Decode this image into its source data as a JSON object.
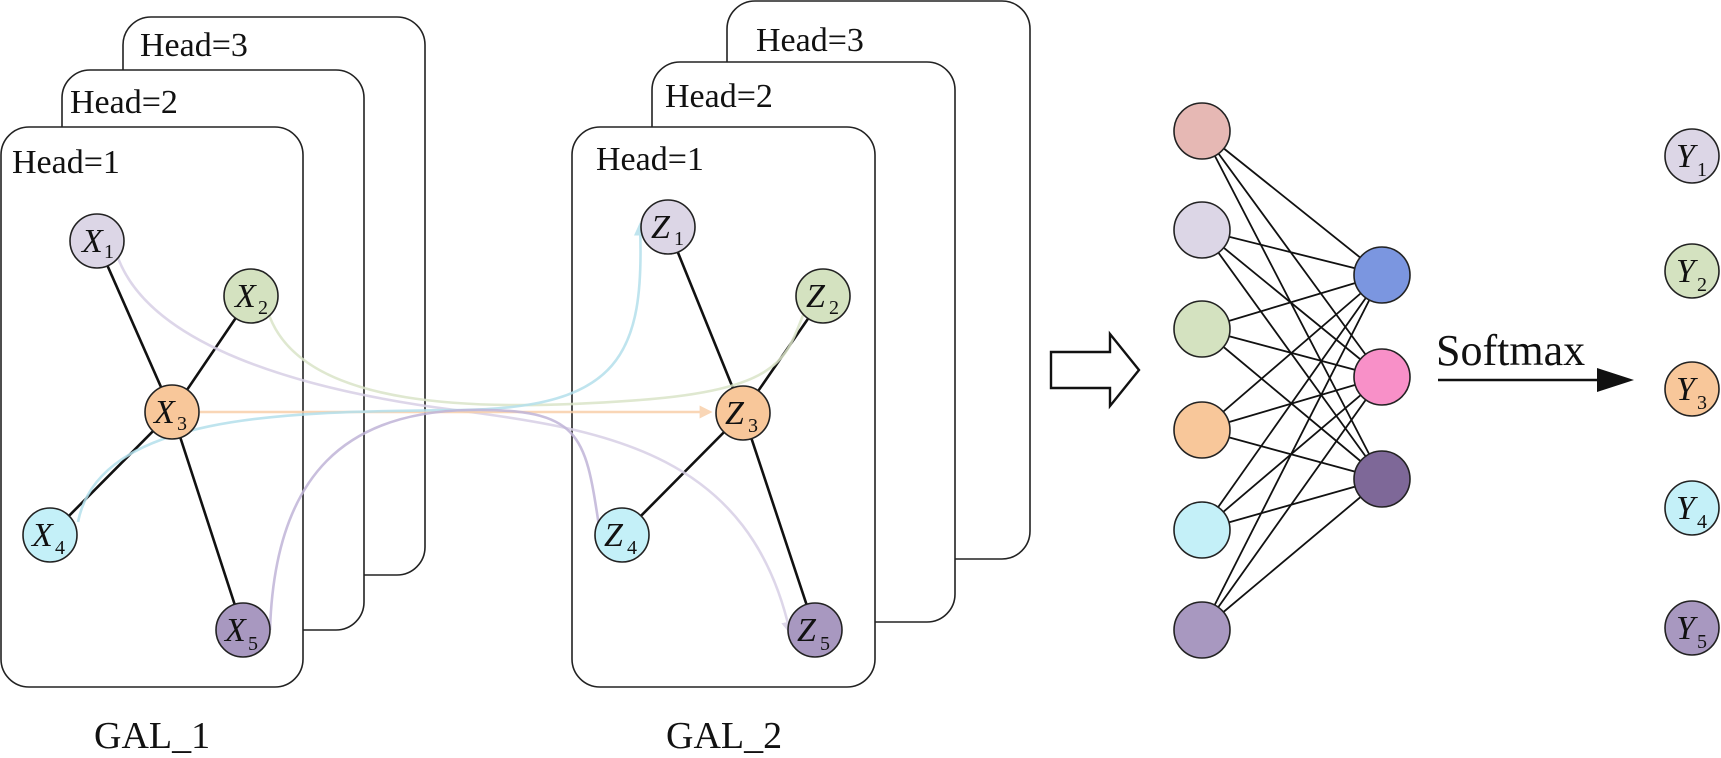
{
  "gal1": {
    "caption": "GAL_1",
    "heads": [
      "Head=1",
      "Head=2",
      "Head=3"
    ],
    "nodes": [
      {
        "letter": "X",
        "sub": "1",
        "color": "#dcd6e6"
      },
      {
        "letter": "X",
        "sub": "2",
        "color": "#d4e2c0"
      },
      {
        "letter": "X",
        "sub": "3",
        "color": "#f8c79a"
      },
      {
        "letter": "X",
        "sub": "4",
        "color": "#c4f0f8"
      },
      {
        "letter": "X",
        "sub": "5",
        "color": "#a898c0"
      }
    ]
  },
  "gal2": {
    "caption": "GAL_2",
    "heads": [
      "Head=1",
      "Head=2",
      "Head=3"
    ],
    "nodes": [
      {
        "letter": "Z",
        "sub": "1",
        "color": "#dcd6e6"
      },
      {
        "letter": "Z",
        "sub": "2",
        "color": "#d4e2c0"
      },
      {
        "letter": "Z",
        "sub": "3",
        "color": "#f8c79a"
      },
      {
        "letter": "Z",
        "sub": "4",
        "color": "#c4f0f8"
      },
      {
        "letter": "Z",
        "sub": "5",
        "color": "#a898c0"
      }
    ]
  },
  "network": {
    "input_colors": [
      "#e6b8b4",
      "#dcd6e6",
      "#d4e2c0",
      "#f8c79a",
      "#c4f0f8",
      "#a898c0"
    ],
    "hidden_colors": [
      "#7b96e0",
      "#f890c8",
      "#7e6898"
    ]
  },
  "softmax_label": "Softmax",
  "outputs": [
    {
      "letter": "Y",
      "sub": "1",
      "color": "#dcd6e6"
    },
    {
      "letter": "Y",
      "sub": "2",
      "color": "#d4e2c0"
    },
    {
      "letter": "Y",
      "sub": "3",
      "color": "#f8c79a"
    },
    {
      "letter": "Y",
      "sub": "4",
      "color": "#c4f0f8"
    },
    {
      "letter": "Y",
      "sub": "5",
      "color": "#a898c0"
    }
  ],
  "flow_colors": [
    "#d8d0e6",
    "#dae4c8",
    "#f8d0aa",
    "#b4e0ec",
    "#c0b4d8"
  ]
}
